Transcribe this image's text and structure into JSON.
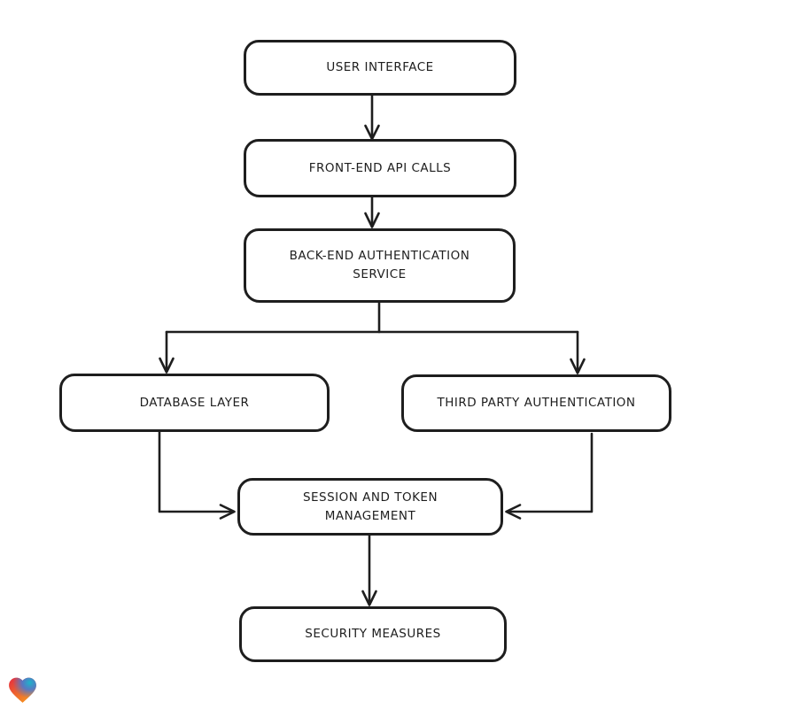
{
  "diagram": {
    "type": "flowchart",
    "style": "hand-drawn",
    "stroke_color": "#1e1e1e",
    "background_color": "#ffffff",
    "nodes": [
      {
        "id": "user-interface",
        "label": "USER INTERFACE"
      },
      {
        "id": "front-end-api-calls",
        "label": "FRONT-END API CALLS"
      },
      {
        "id": "back-end-authentication-service",
        "label": "BACK-END AUTHENTICATION SERVICE"
      },
      {
        "id": "database-layer",
        "label": "DATABASE LAYER"
      },
      {
        "id": "third-party-authentication",
        "label": "THIRD PARTY AUTHENTICATION"
      },
      {
        "id": "session-and-token-management",
        "label": "SESSION AND TOKEN MANAGEMENT"
      },
      {
        "id": "security-measures",
        "label": "SECURITY MEASURES"
      }
    ],
    "edges": [
      {
        "from": "user-interface",
        "to": "front-end-api-calls"
      },
      {
        "from": "front-end-api-calls",
        "to": "back-end-authentication-service"
      },
      {
        "from": "back-end-authentication-service",
        "to": "database-layer"
      },
      {
        "from": "back-end-authentication-service",
        "to": "third-party-authentication"
      },
      {
        "from": "database-layer",
        "to": "session-and-token-management"
      },
      {
        "from": "third-party-authentication",
        "to": "session-and-token-management"
      },
      {
        "from": "session-and-token-management",
        "to": "security-measures"
      }
    ],
    "logo": {
      "shape": "heart",
      "colors": [
        "#e62a3f",
        "#1cb5c9",
        "#3e7bdc",
        "#f9921d"
      ]
    }
  }
}
